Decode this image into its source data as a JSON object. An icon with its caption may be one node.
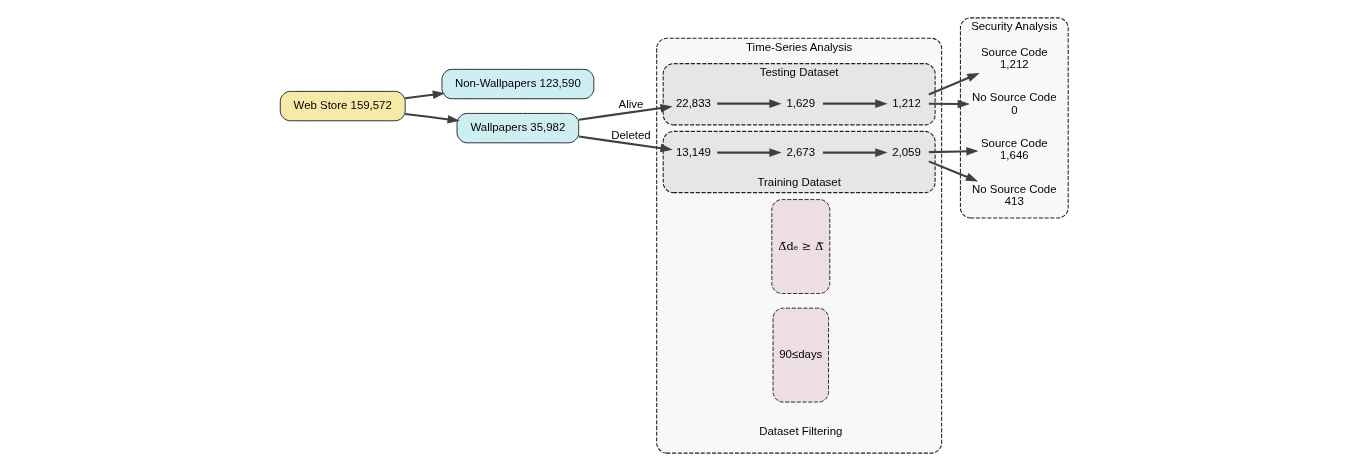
{
  "diagram": {
    "nodes": [
      {
        "text": [
          "Web Store 159,572"
        ]
      },
      {
        "text": [
          "Non-Wallpapers 123,590"
        ]
      },
      {
        "text": [
          "Wallpapers 35,982"
        ]
      },
      {
        "text": [
          "Time-Series Analysis"
        ]
      },
      {
        "text": [
          "Testing Dataset"
        ],
        "in": 3
      },
      {
        "text": [
          "22,833"
        ],
        "in": 4
      },
      {
        "text": [
          "1,629"
        ],
        "in": 4
      },
      {
        "text": [
          "1,212"
        ],
        "in": 4
      },
      {
        "text": [
          "Δ̄dₑ ≥ Δ̿"
        ],
        "in": 3
      },
      {
        "text": [
          "90≤days"
        ],
        "in": 3
      },
      {
        "text": [
          "Training Dataset"
        ],
        "in": 3
      },
      {
        "text": [
          "13,149"
        ],
        "in": 10
      },
      {
        "text": [
          "2,673"
        ],
        "in": 10
      },
      {
        "text": [
          "2,059"
        ],
        "in": 10
      },
      {
        "text": [
          "Security Analysis"
        ]
      },
      {
        "text": [
          "Source Code",
          "1,212"
        ],
        "in": 14
      },
      {
        "text": [
          "No Source Code",
          "0"
        ],
        "in": 14
      },
      {
        "text": [
          "Source Code",
          "1,646"
        ],
        "in": 14
      },
      {
        "text": [
          "No Source Code",
          "413"
        ],
        "in": 14
      }
    ],
    "edges": [
      {
        "from": 0,
        "to": 1,
        "arrow": "to"
      },
      {
        "from": 0,
        "to": 2,
        "arrow": "to"
      },
      {
        "from": 2,
        "to": 5,
        "arrow": "to",
        "label": "Alive"
      },
      {
        "from": 2,
        "to": 11,
        "arrow": "to",
        "label": "Deleted"
      },
      {
        "from": 5,
        "to": 6,
        "arrow": "to"
      },
      {
        "from": 6,
        "to": 7,
        "arrow": "to"
      },
      {
        "from": 11,
        "to": 12,
        "arrow": "to"
      },
      {
        "from": 12,
        "to": 13,
        "arrow": "to"
      },
      {
        "from": 7,
        "to": 15,
        "arrow": "to"
      },
      {
        "from": 7,
        "to": 16,
        "arrow": "to"
      },
      {
        "from": 13,
        "to": 17,
        "arrow": "to"
      },
      {
        "from": 13,
        "to": 18,
        "arrow": "to"
      }
    ],
    "labels": [
      "Dataset Filtering"
    ]
  }
}
